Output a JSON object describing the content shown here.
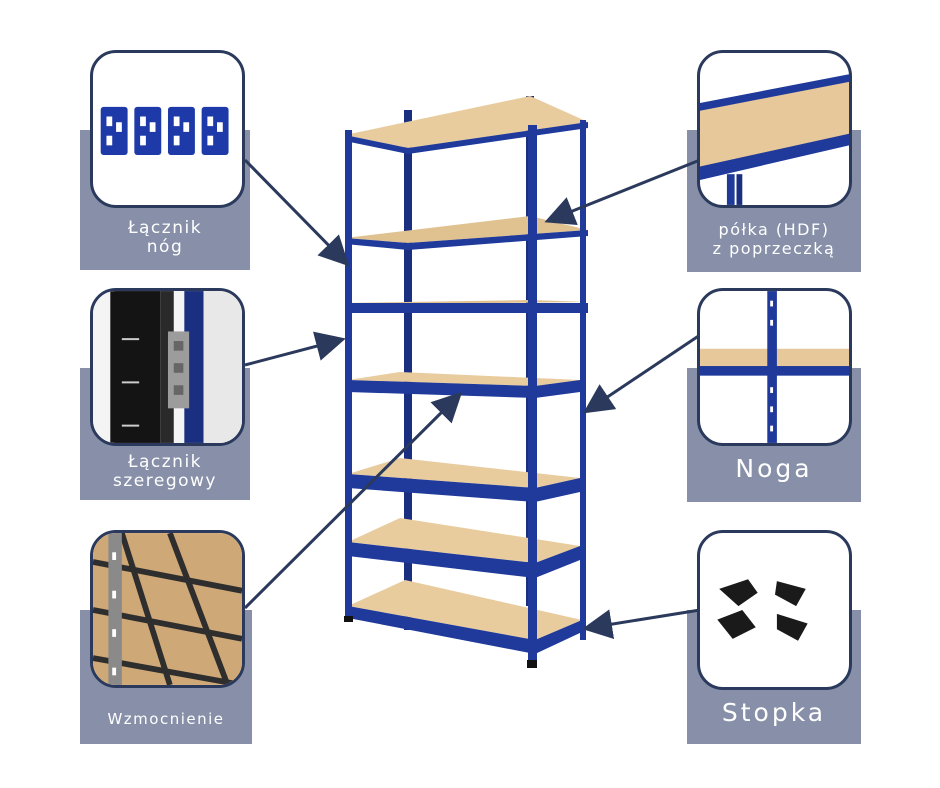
{
  "callouts": {
    "leg_connector": {
      "label": "Łącznik\nnóg",
      "icon": "leg-connector-clips-icon"
    },
    "row_connector": {
      "label": "Łącznik\nszeregowy",
      "icon": "row-connector-plate-icon"
    },
    "reinforcement": {
      "label": "Wzmocnienie",
      "icon": "reinforcement-beams-icon"
    },
    "shelf_hdf": {
      "label": "półka (HDF)\nz poprzeczką",
      "icon": "hdf-shelf-corner-icon"
    },
    "leg": {
      "label": "Noga",
      "icon": "upright-leg-icon"
    },
    "foot": {
      "label": "Stopka",
      "icon": "plastic-foot-icon"
    }
  },
  "colors": {
    "label_bg": "#8790a8",
    "frame_blue": "#1f3a9a",
    "board": "#e6c89a",
    "outline": "#2b3a5c"
  },
  "product": {
    "name": "shelving-unit",
    "shelf_count": 7
  }
}
